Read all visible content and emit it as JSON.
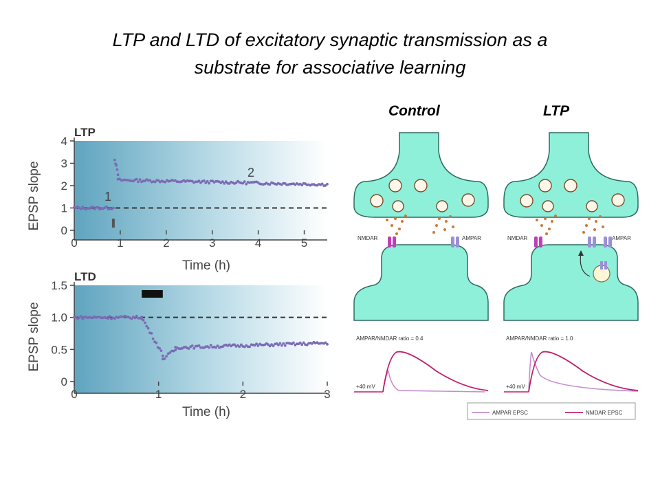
{
  "slide": {
    "title_line1": "LTP and LTD of excitatory synaptic transmission as a",
    "title_line2": "substrate for associative learning",
    "column_control": "Control",
    "column_ltp": "LTP"
  },
  "colors": {
    "plot_bg_left": "#5fa4bf",
    "plot_bg_right": "#ffffff",
    "data_points": "#7b6bb4",
    "synapse_fill": "#8ff0d9",
    "nmdar": "#c03fb8",
    "ampar": "#9b8fd6",
    "ampar_trace": "#c58ccf",
    "nmdar_trace": "#c01f6a"
  },
  "chart_data": [
    {
      "type": "scatter",
      "title": "LTP",
      "xlabel": "Time (h)",
      "ylabel": "EPSP slope",
      "xlim": [
        0,
        5.5
      ],
      "ylim": [
        0,
        4
      ],
      "xticks": [
        "0",
        "1",
        "2",
        "3",
        "4",
        "5"
      ],
      "yticks": [
        "0",
        "1",
        "2",
        "3",
        "4"
      ],
      "baseline": 1.0,
      "annotations": [
        "1",
        "2"
      ],
      "induction_marker_x": 0.85,
      "segments": [
        {
          "x_start": 0.0,
          "x_end": 0.85,
          "y_start": 1.0,
          "y_end": 1.0
        },
        {
          "x_start": 0.88,
          "x_end": 0.95,
          "y_start": 3.2,
          "y_end": 2.5
        },
        {
          "x_start": 0.95,
          "x_end": 5.5,
          "y_start": 2.25,
          "y_end": 2.05
        }
      ]
    },
    {
      "type": "scatter",
      "title": "LTD",
      "xlabel": "Time (h)",
      "ylabel": "EPSP slope",
      "xlim": [
        0,
        3
      ],
      "ylim": [
        0,
        1.5
      ],
      "xticks": [
        "0",
        "1",
        "2",
        "3"
      ],
      "yticks": [
        "0",
        "0.5",
        "1.0",
        "1.5"
      ],
      "baseline": 1.0,
      "stimulus_bar": [
        0.8,
        1.05
      ],
      "segments": [
        {
          "x_start": 0.0,
          "x_end": 0.8,
          "y_start": 1.0,
          "y_end": 1.0
        },
        {
          "x_start": 0.8,
          "x_end": 1.05,
          "y_start": 1.0,
          "y_end": 0.42
        },
        {
          "x_start": 1.05,
          "x_end": 1.2,
          "y_start": 0.35,
          "y_end": 0.5
        },
        {
          "x_start": 1.2,
          "x_end": 3.0,
          "y_start": 0.53,
          "y_end": 0.6
        }
      ]
    }
  ],
  "synapse": {
    "nmdar_label": "NMDAR",
    "ampar_label": "AMPAR",
    "control_ratio_label": "AMPAR/NMDAR ratio = 0.4",
    "ltp_ratio_label": "AMPAR/NMDAR ratio = 1.0",
    "voltage_label": "+40 mV",
    "legend_ampar": "AMPAR EPSC",
    "legend_nmdar": "NMDAR EPSC"
  }
}
